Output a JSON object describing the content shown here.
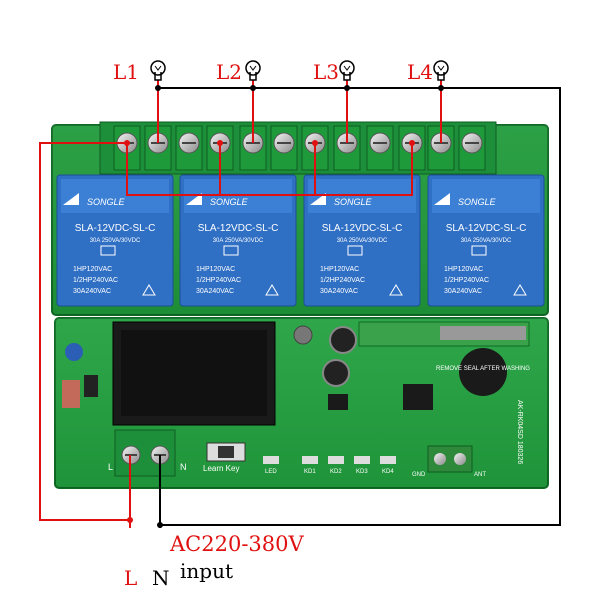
{
  "loads": [
    {
      "label": "L1"
    },
    {
      "label": "L2"
    },
    {
      "label": "L3"
    },
    {
      "label": "L4"
    }
  ],
  "relays": [
    {
      "brand": "SONGLE",
      "model": "SLA-12VDC-SL-C",
      "rating1": "30A 250VA/30VDC",
      "rating2": "1HP120VAC",
      "rating3": "1/2HP240VAC",
      "rating4": "30A240VAC"
    },
    {
      "brand": "SONGLE",
      "model": "SLA-12VDC-SL-C",
      "rating1": "30A 250VA/30VDC",
      "rating2": "1HP120VAC",
      "rating3": "1/2HP240VAC",
      "rating4": "30A240VAC"
    },
    {
      "brand": "SONGLE",
      "model": "SLA-12VDC-SL-C",
      "rating1": "30A 250VA/30VDC",
      "rating2": "1HP120VAC",
      "rating3": "1/2HP240VAC",
      "rating4": "30A240VAC"
    },
    {
      "brand": "SONGLE",
      "model": "SLA-12VDC-SL-C",
      "rating1": "30A 250VA/30VDC",
      "rating2": "1HP120VAC",
      "rating3": "1/2HP240VAC",
      "rating4": "30A240VAC"
    }
  ],
  "board": {
    "learn_key": "Learn Key",
    "led": "LED",
    "k1": "KD1",
    "k2": "KD2",
    "k3": "KD3",
    "k4": "KD4",
    "terminal_l": "L",
    "terminal_n": "N",
    "gnd": "GND",
    "ant": "ANT",
    "buzzer_text": "REMOVE SEAL AFTER WASHING",
    "side_text": "AK-RK04SD 180326"
  },
  "input": {
    "voltage": "AC220-380V",
    "label": "input",
    "L": "L",
    "N": "N"
  },
  "colors": {
    "live_wire": "#e01010",
    "neutral_wire": "#000000",
    "pcb": "#1f9a3a",
    "relay": "#2f6fc4"
  }
}
